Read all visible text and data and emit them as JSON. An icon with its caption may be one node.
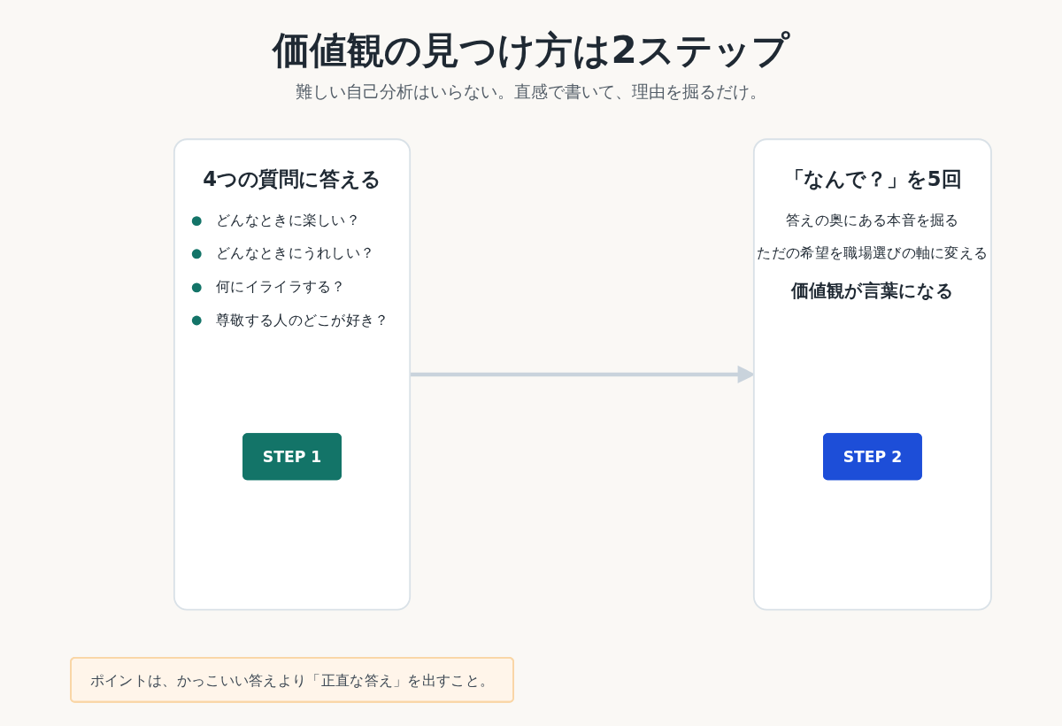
{
  "diagram": {
    "title": "価値観の見つけ方は2ステップ",
    "nodes": [
      {
        "text": [
          "4つの質問に答える",
          "どんなときに楽しい？",
          "どんなときにうれしい？",
          "何にイライラする？",
          "尊敬する人のどこが好き？"
        ]
      },
      {
        "text": [
          "STEP 1"
        ],
        "in": 0
      },
      {
        "text": [
          "「なんで？」を5回",
          "答えの奥にある本音を掘る",
          "ただの希望を職場選びの軸に変える",
          "価値観が言葉になる"
        ]
      },
      {
        "text": [
          "STEP 2"
        ],
        "in": 2
      },
      {
        "text": [
          "ポイントは、かっこいい答えより「正直な答え」を出すこと。"
        ]
      }
    ],
    "edges": [
      {
        "from": 0,
        "to": 2,
        "arrow": "to"
      }
    ],
    "labels": [
      "難しい自己分析はいらない。直感で書いて、理由を掘るだけ。"
    ]
  }
}
